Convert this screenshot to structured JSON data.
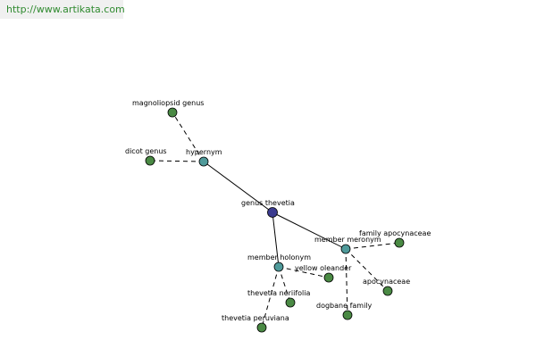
{
  "banner": {
    "url": "http://www.artikata.com"
  },
  "colors": {
    "banner_text": "#2f8a2f",
    "banner_bg": "#f0f0f0",
    "central_node": "#3b3b8f",
    "relation_node": "#4f9a9a",
    "term_node": "#4a8a44"
  },
  "graph": {
    "center": "genus thevetia",
    "nodes": [
      {
        "id": "genus-thevetia",
        "label": "genus thevetia",
        "kind": "central"
      },
      {
        "id": "hypernym",
        "label": "hypernym",
        "kind": "relation"
      },
      {
        "id": "member-meronym",
        "label": "member meronym",
        "kind": "relation"
      },
      {
        "id": "member-holonym",
        "label": "member holonym",
        "kind": "relation"
      },
      {
        "id": "magnoliopsid-genus",
        "label": "magnoliopsid genus",
        "kind": "term"
      },
      {
        "id": "dicot-genus",
        "label": "dicot genus",
        "kind": "term"
      },
      {
        "id": "family-apocynaceae",
        "label": "family apocynaceae",
        "kind": "term"
      },
      {
        "id": "apocynaceae",
        "label": "apocynaceae",
        "kind": "term"
      },
      {
        "id": "dogbane-family",
        "label": "dogbane family",
        "kind": "term"
      },
      {
        "id": "yellow-oleander",
        "label": "yellow oleander",
        "kind": "term"
      },
      {
        "id": "thevetia-neriifolia",
        "label": "thevetia neriifolia",
        "kind": "term"
      },
      {
        "id": "thevetia-peruviana",
        "label": "thevetia peruviana",
        "kind": "term"
      }
    ],
    "edges": [
      {
        "from": "genus-thevetia",
        "to": "hypernym",
        "style": "solid"
      },
      {
        "from": "genus-thevetia",
        "to": "member-meronym",
        "style": "solid"
      },
      {
        "from": "genus-thevetia",
        "to": "member-holonym",
        "style": "solid"
      },
      {
        "from": "hypernym",
        "to": "magnoliopsid-genus",
        "style": "dashed"
      },
      {
        "from": "hypernym",
        "to": "dicot-genus",
        "style": "dashed"
      },
      {
        "from": "member-meronym",
        "to": "family-apocynaceae",
        "style": "dashed"
      },
      {
        "from": "member-meronym",
        "to": "apocynaceae",
        "style": "dashed"
      },
      {
        "from": "member-meronym",
        "to": "dogbane-family",
        "style": "dashed"
      },
      {
        "from": "member-holonym",
        "to": "yellow-oleander",
        "style": "dashed"
      },
      {
        "from": "member-holonym",
        "to": "thevetia-neriifolia",
        "style": "dashed"
      },
      {
        "from": "member-holonym",
        "to": "thevetia-peruviana",
        "style": "dashed"
      }
    ]
  }
}
